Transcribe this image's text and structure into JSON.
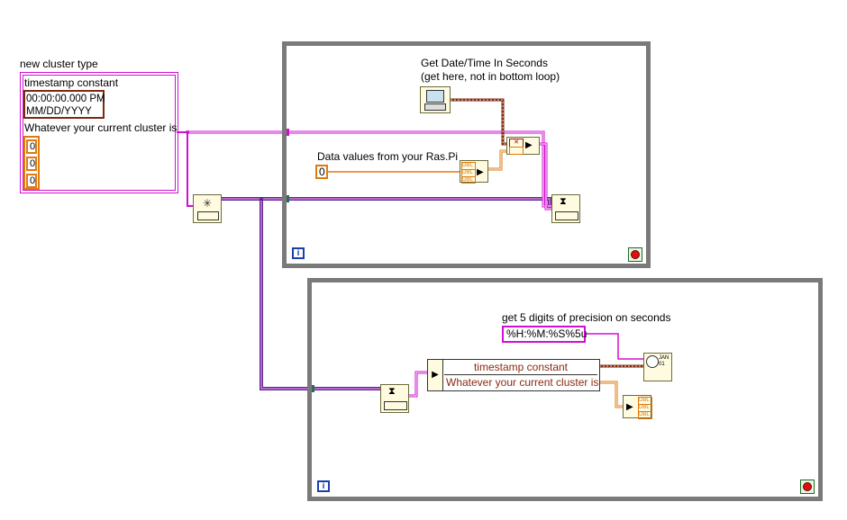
{
  "cluster_constant": {
    "label": "new cluster type",
    "timestamp_label": "timestamp constant",
    "timestamp_time": "00:00:00.000 PM",
    "timestamp_date": "MM/DD/YYYY",
    "array_label": "Whatever your current cluster is",
    "array_values": [
      "0",
      "0",
      "0"
    ]
  },
  "top_loop": {
    "iteration": "i",
    "get_time_label_line1": "Get Date/Time In Seconds",
    "get_time_label_line2": "(get here, not in bottom loop)",
    "data_label": "Data values from your Ras.Pi",
    "data_constant": "0",
    "dbl_tag": "DBL"
  },
  "bottom_loop": {
    "iteration": "i",
    "precision_label": "get 5 digits of precision on seconds",
    "format_string": "%H:%M:%S%5u",
    "unbundle_items": [
      "timestamp constant",
      "Whatever your current cluster is"
    ],
    "dbl_tag": "DBL"
  },
  "colors": {
    "cluster_wire": "#d010d0",
    "timestamp_wire": "#7a2a10",
    "numeric_wire": "#e07a10",
    "loop_border": "#7a7a7a",
    "queue_wire": "#3a1a7a"
  }
}
